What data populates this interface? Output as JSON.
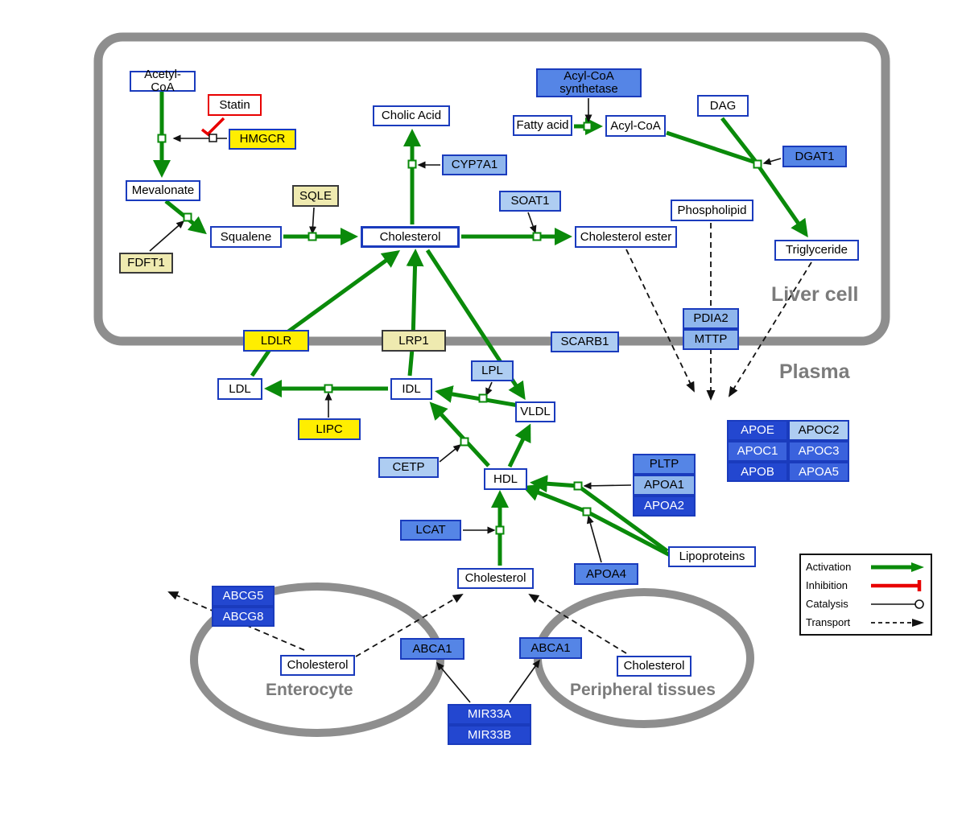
{
  "regions": {
    "liver": "Liver cell",
    "plasma": "Plasma",
    "enterocyte": "Enterocyte",
    "peripheral": "Peripheral tissues"
  },
  "nodes": {
    "acetyl_coa": "Acetyl-CoA",
    "statin": "Statin",
    "hmgcr": "HMGCR",
    "cholic_acid": "Cholic Acid",
    "acyl_coa_synthetase": "Acyl-CoA synthetase",
    "fatty_acid": "Fatty acid",
    "acyl_coa": "Acyl-CoA",
    "dag": "DAG",
    "dgat1": "DGAT1",
    "cyp7a1": "CYP7A1",
    "mevalonate": "Mevalonate",
    "sqle": "SQLE",
    "soat1": "SOAT1",
    "phospholipid": "Phospholipid",
    "squalene": "Squalene",
    "cholesterol_liver": "Cholesterol",
    "cholesterol_ester": "Cholesterol ester",
    "triglyceride": "Triglyceride",
    "fdft1": "FDFT1",
    "ldlr": "LDLR",
    "lrp1": "LRP1",
    "scarb1": "SCARB1",
    "pdia2": "PDIA2",
    "mttp": "MTTP",
    "ldl": "LDL",
    "idl": "IDL",
    "lpl": "LPL",
    "vldl": "VLDL",
    "lipc": "LIPC",
    "cetp": "CETP",
    "hdl": "HDL",
    "pltp": "PLTP",
    "apoa1": "APOA1",
    "apoa2": "APOA2",
    "apoe": "APOE",
    "apoc2": "APOC2",
    "apoc1": "APOC1",
    "apoc3": "APOC3",
    "apob": "APOB",
    "apoa5": "APOA5",
    "lcat": "LCAT",
    "apoa4": "APOA4",
    "lipoproteins": "Lipoproteins",
    "cholesterol_plasma": "Cholesterol",
    "abcg5": "ABCG5",
    "abcg8": "ABCG8",
    "cholesterol_enterocyte": "Cholesterol",
    "abca1_enterocyte": "ABCA1",
    "abca1_peripheral": "ABCA1",
    "cholesterol_peripheral": "Cholesterol",
    "mir33a": "MIR33A",
    "mir33b": "MIR33B"
  },
  "legend": {
    "activation": "Activation",
    "inhibition": "Inhibition",
    "catalysis": "Catalysis",
    "transport": "Transport"
  },
  "colors": {
    "activation_green": "#0a8a0a",
    "inhibition_red": "#e80000",
    "membrane_gray": "#8e8e8e",
    "node_border_blue": "#1a3bbd",
    "gene_yellow": "#ffee00",
    "gene_pale_yellow": "#efeab0",
    "gene_blue_light": "#aecdf2",
    "gene_blue_dark": "#2347d0"
  }
}
